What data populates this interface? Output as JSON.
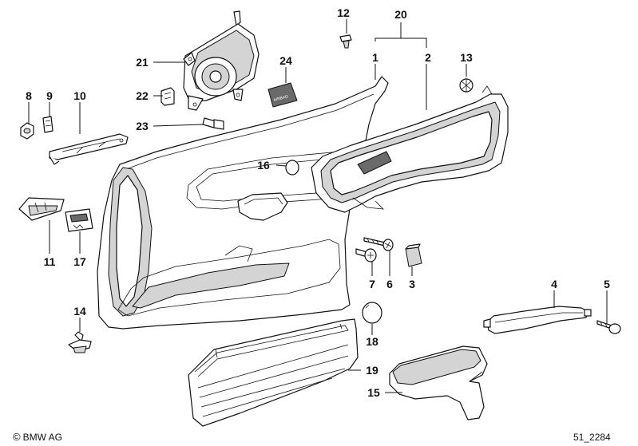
{
  "diagram": {
    "callouts": [
      {
        "id": "c1",
        "label": "1"
      },
      {
        "id": "c2",
        "label": "2"
      },
      {
        "id": "c3",
        "label": "3"
      },
      {
        "id": "c4",
        "label": "4"
      },
      {
        "id": "c5",
        "label": "5"
      },
      {
        "id": "c6",
        "label": "6"
      },
      {
        "id": "c7",
        "label": "7"
      },
      {
        "id": "c8",
        "label": "8"
      },
      {
        "id": "c9",
        "label": "9"
      },
      {
        "id": "c10",
        "label": "10"
      },
      {
        "id": "c11",
        "label": "11"
      },
      {
        "id": "c12",
        "label": "12"
      },
      {
        "id": "c13",
        "label": "13"
      },
      {
        "id": "c14",
        "label": "14"
      },
      {
        "id": "c15",
        "label": "15"
      },
      {
        "id": "c16",
        "label": "16"
      },
      {
        "id": "c17",
        "label": "17"
      },
      {
        "id": "c18",
        "label": "18"
      },
      {
        "id": "c19",
        "label": "19"
      },
      {
        "id": "c20",
        "label": "20"
      },
      {
        "id": "c21",
        "label": "21"
      },
      {
        "id": "c22",
        "label": "22"
      },
      {
        "id": "c23",
        "label": "23"
      },
      {
        "id": "c24",
        "label": "24"
      }
    ],
    "airbag_label": "AIRBAG"
  },
  "footer": {
    "copyright_symbol": "©",
    "copyright": "BMW AG",
    "diagram_id": "51_2284"
  }
}
